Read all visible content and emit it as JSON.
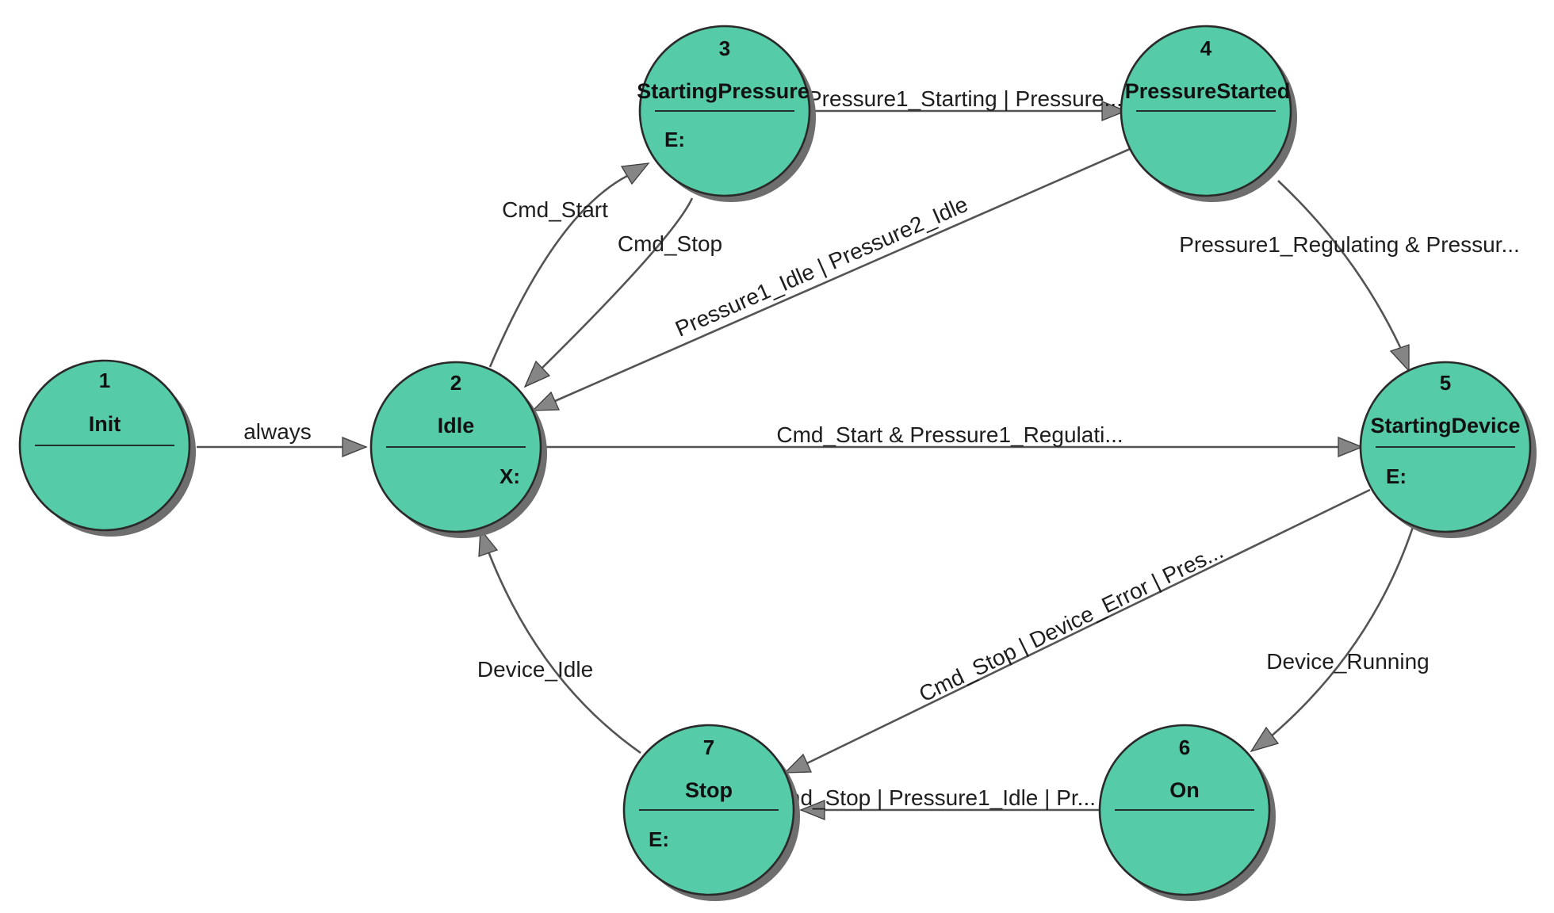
{
  "colors": {
    "state_fill": "#56CBA8",
    "edge_stroke": "#545454"
  },
  "states": [
    {
      "number": "1",
      "name": "Init",
      "action": ""
    },
    {
      "number": "2",
      "name": "Idle",
      "action": "X:"
    },
    {
      "number": "3",
      "name": "StartingPressure",
      "action": "E:"
    },
    {
      "number": "4",
      "name": "PressureStarted",
      "action": ""
    },
    {
      "number": "5",
      "name": "StartingDevice",
      "action": "E:"
    },
    {
      "number": "6",
      "name": "On",
      "action": ""
    },
    {
      "number": "7",
      "name": "Stop",
      "action": "E:"
    }
  ],
  "transitions": [
    {
      "label": "always"
    },
    {
      "label": "Cmd_Start"
    },
    {
      "label": "Cmd_Stop"
    },
    {
      "label": "Pressure1_Starting | Pressure..."
    },
    {
      "label": "Pressure1_Idle | Pressure2_Idle"
    },
    {
      "label": "Pressure1_Regulating & Pressur..."
    },
    {
      "label": "Cmd_Start & Pressure1_Regulati..."
    },
    {
      "label": "Cmd_Stop | Device_Error | Pres..."
    },
    {
      "label": "Device_Running"
    },
    {
      "label": "Cmd_Stop | Pressure1_Idle | Pr..."
    },
    {
      "label": "Device_Idle"
    }
  ]
}
